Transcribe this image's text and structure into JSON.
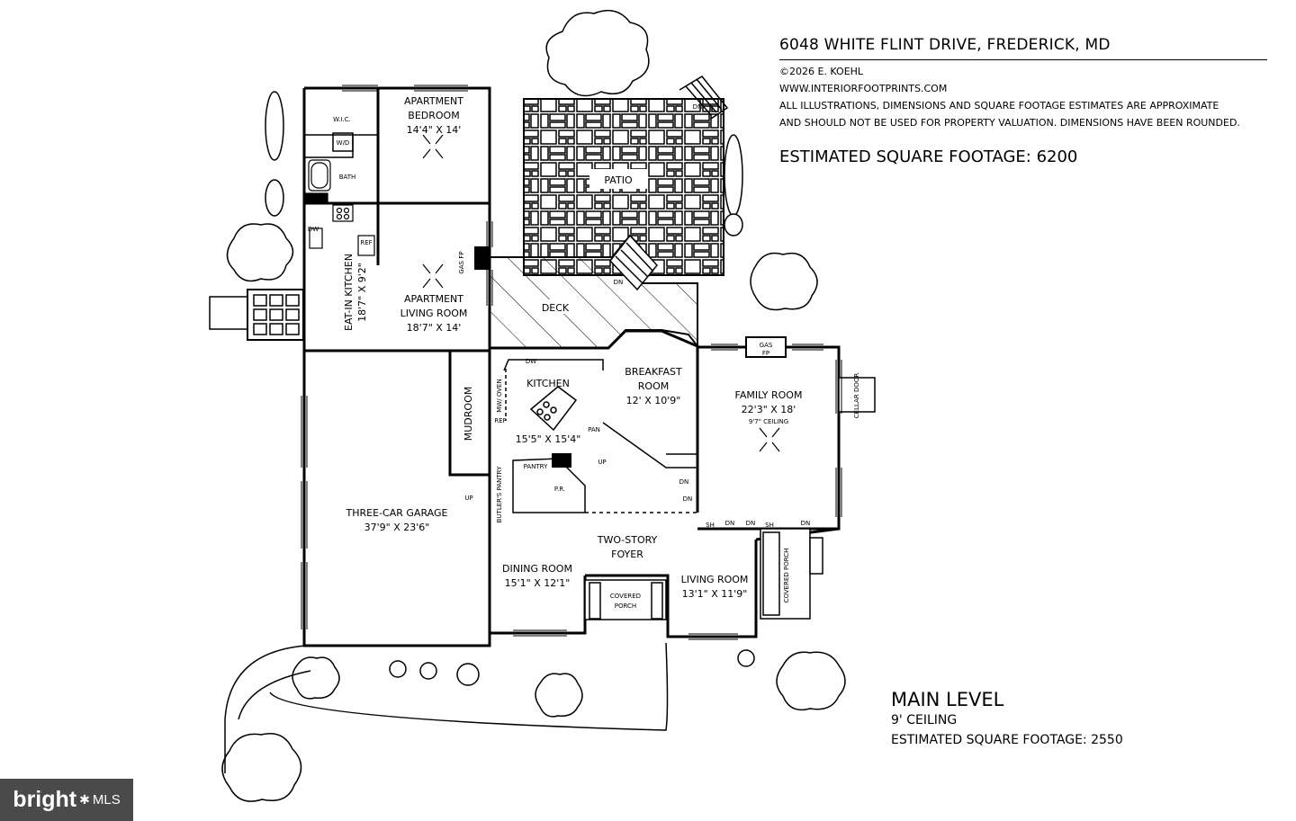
{
  "header": {
    "title": "6048 WHITE FLINT DRIVE, FREDERICK, MD",
    "copyright": "©2026 E. KOEHL",
    "website": "WWW.INTERIORFOOTPRINTS.COM",
    "disclaimer_line1": "ALL ILLUSTRATIONS, DIMENSIONS AND SQUARE FOOTAGE ESTIMATES ARE APPROXIMATE",
    "disclaimer_line2": "AND  SHOULD NOT BE USED FOR PROPERTY VALUATION. DIMENSIONS HAVE BEEN ROUNDED.",
    "total_sqft": "ESTIMATED SQUARE FOOTAGE: 6200"
  },
  "level": {
    "title": "MAIN LEVEL",
    "ceiling": "9' CEILING",
    "sqft": "ESTIMATED SQUARE FOOTAGE: 2550"
  },
  "rooms": {
    "apt_bedroom": {
      "line1": "APARTMENT",
      "line2": "BEDROOM",
      "dims": "14'4\" X 14'"
    },
    "wic": "W.I.C.",
    "wd": "W/D",
    "bath": "BATH",
    "eat_in_kitchen": {
      "name": "EAT-IN KITCHEN",
      "dims": "18'7\" X 9'2\""
    },
    "apt_living": {
      "line1": "APARTMENT",
      "line2": "LIVING ROOM",
      "dims": "18'7\" X 14'"
    },
    "dw": "DW",
    "ref": "REF",
    "gas_fp_apt": "GAS FP",
    "patio": "PATIO",
    "deck": "DECK",
    "breakfast": {
      "line1": "BREAKFAST",
      "line2": "ROOM",
      "dims": "12' X 10'9\""
    },
    "kitchen": {
      "name": "KITCHEN",
      "dims": "15'5\" X 15'4\""
    },
    "mw_oven": "MW/ OVEN",
    "mudroom": "MUDROOM",
    "family": {
      "name": "FAMILY ROOM",
      "dims": "22'3\" X 18'",
      "ceiling": "9'7\" CEILING"
    },
    "gas": "GAS",
    "fp": "FP",
    "cellar_door": "CELLAR DOOR",
    "garage": {
      "name": "THREE-CAR GARAGE",
      "dims": "37'9\" X 23'6\""
    },
    "butlers_pantry": "BUTLER'S PANTRY",
    "pantry": "PANTRY",
    "powder": "P.R.",
    "pan": "PAN",
    "foyer": {
      "line1": "TWO-STORY",
      "line2": "FOYER"
    },
    "dining": {
      "name": "DINING ROOM",
      "dims": "15'1\" X 12'1\""
    },
    "living": {
      "name": "LIVING ROOM",
      "dims": "13'1\" X 11'9\""
    },
    "covered_porch_front": {
      "line1": "COVERED",
      "line2": "PORCH"
    },
    "covered_porch_side": "COVERED PORCH",
    "dn": "DN",
    "up": "UP",
    "sh": "SH"
  },
  "mls": {
    "brand": "bright",
    "mark": "✱",
    "suffix": "MLS"
  }
}
